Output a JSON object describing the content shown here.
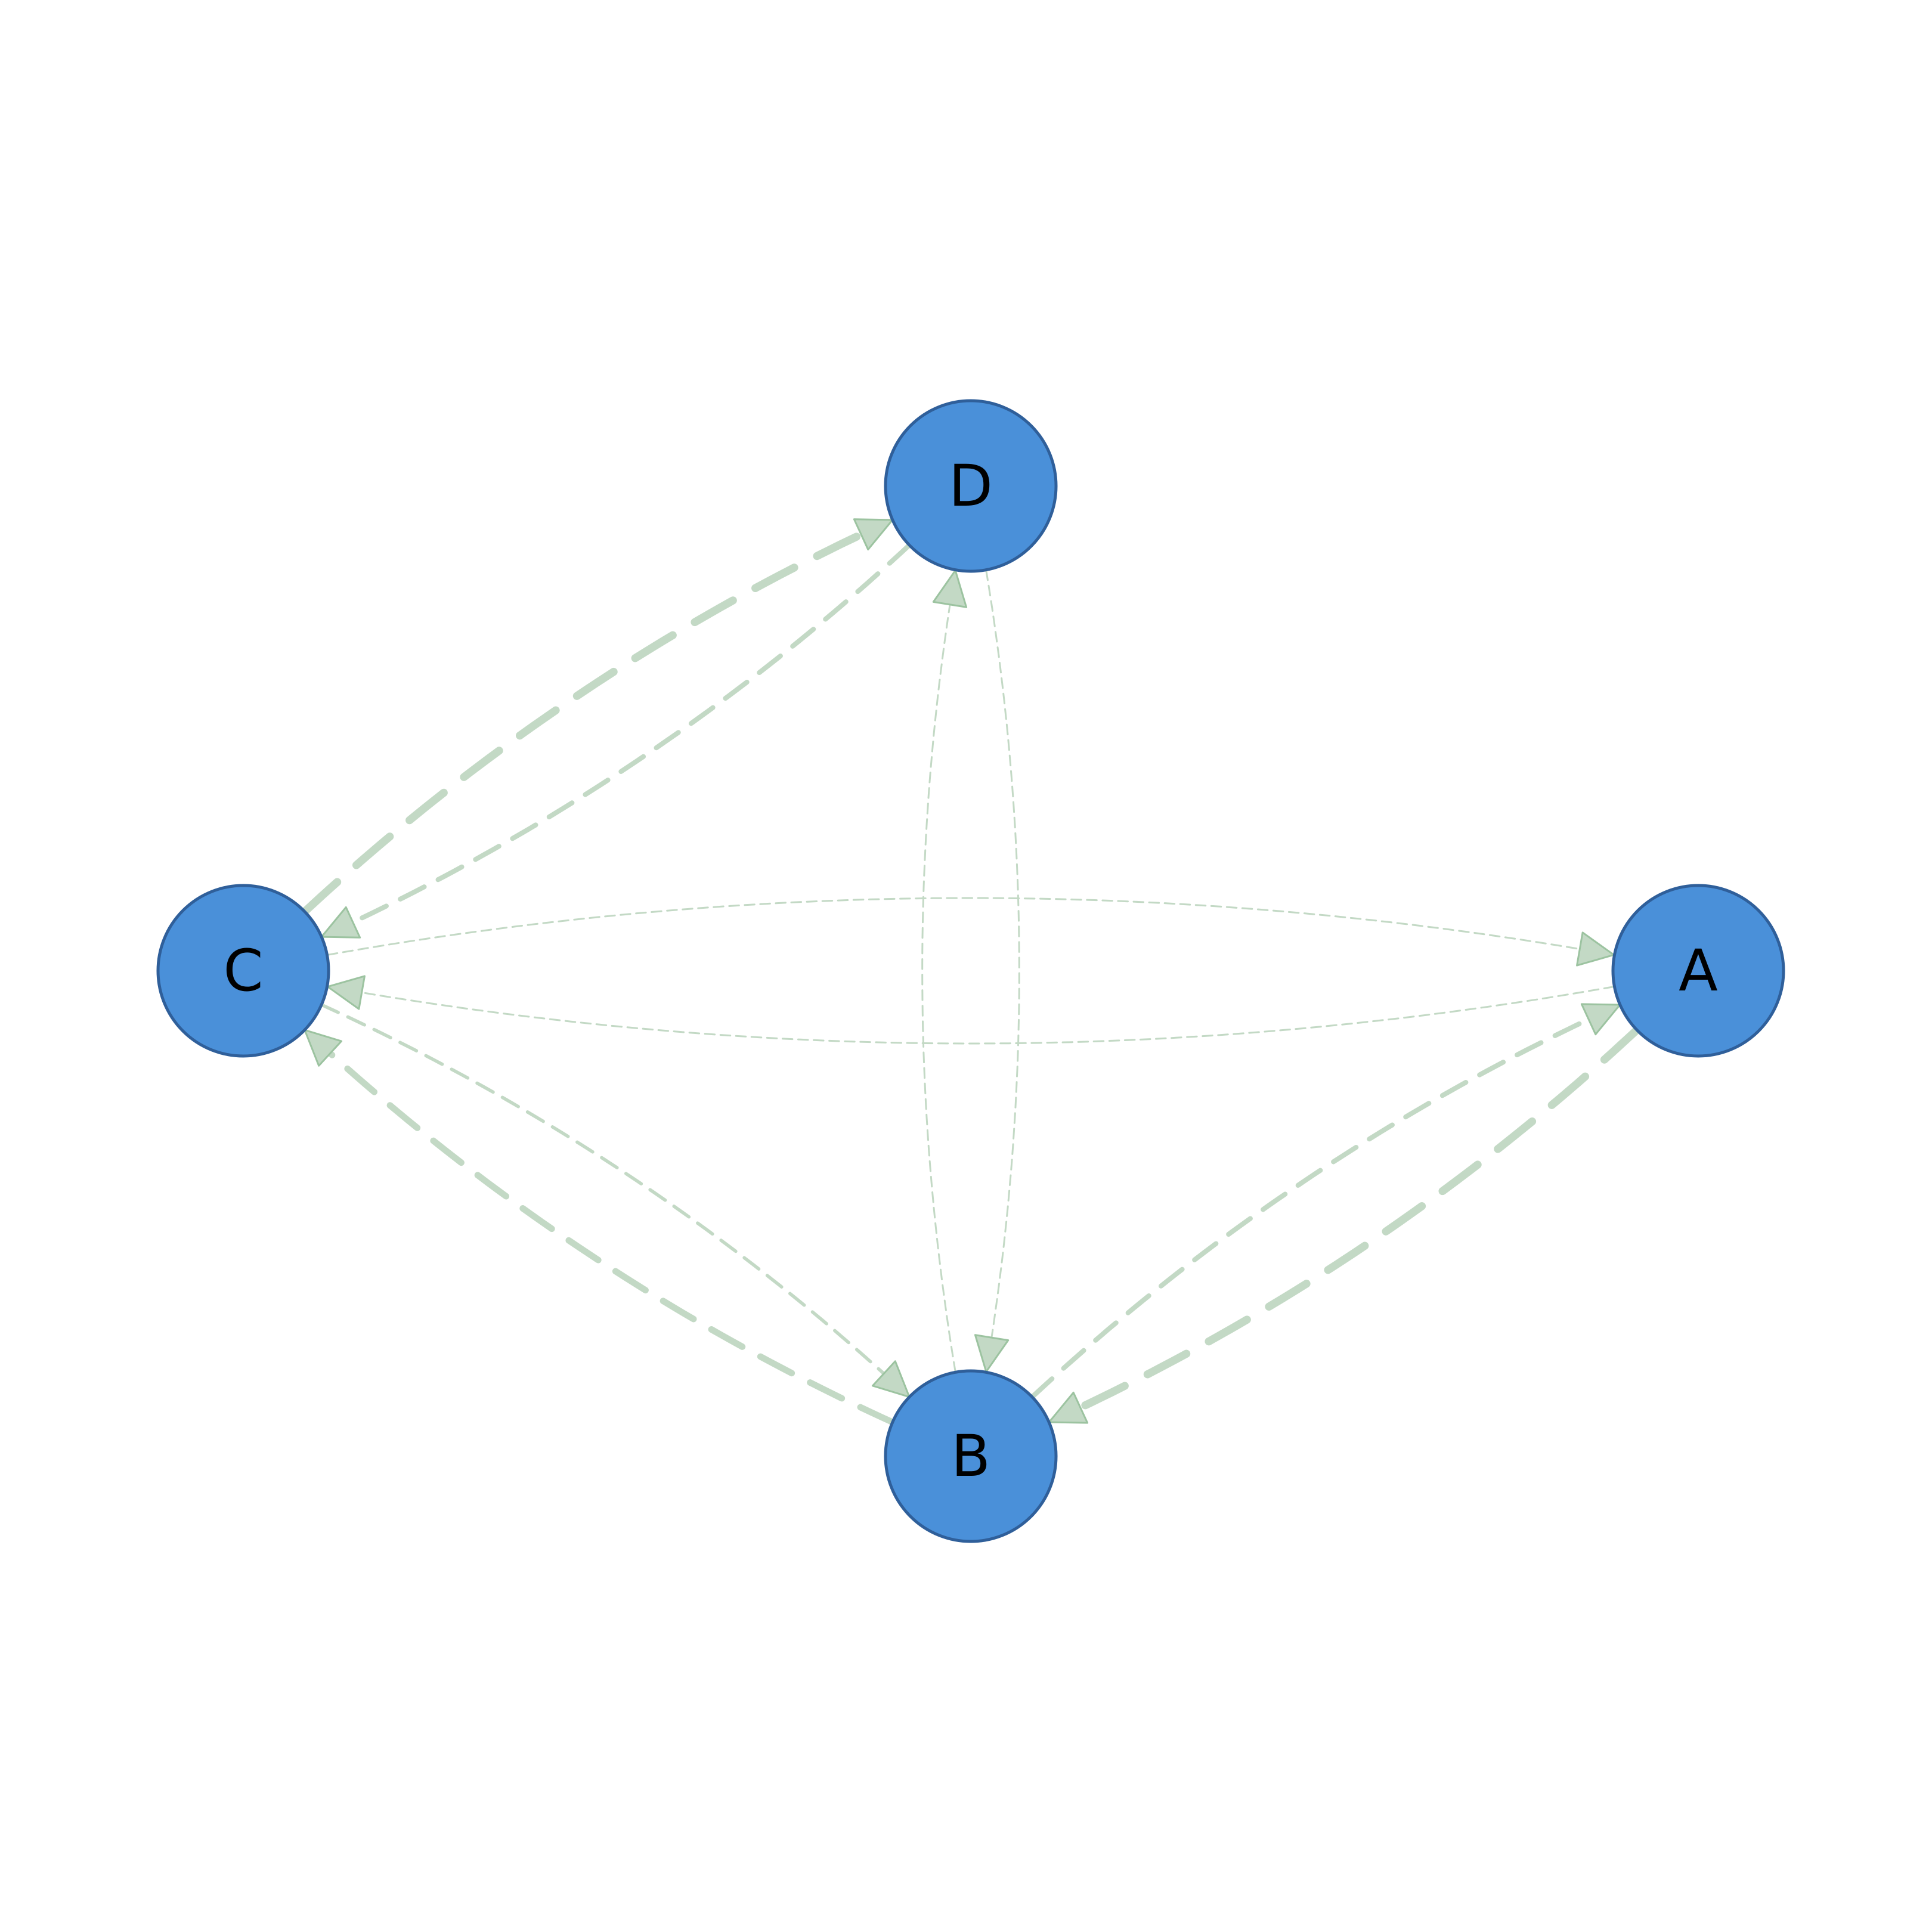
{
  "colors": {
    "node_fill": "#4a90d9",
    "node_stroke": "#2f5f9a",
    "edge": "#c3d9c5",
    "arrow_fill": "#c3d9c5",
    "arrow_stroke": "#9cc3a0",
    "label": "#000000"
  },
  "nodes": [
    {
      "id": "A",
      "label": "A"
    },
    {
      "id": "B",
      "label": "B"
    },
    {
      "id": "C",
      "label": "C"
    },
    {
      "id": "D",
      "label": "D"
    }
  ],
  "edges": [
    {
      "from": "C",
      "to": "D",
      "weight": 5
    },
    {
      "from": "D",
      "to": "C",
      "weight": 3
    },
    {
      "from": "C",
      "to": "A",
      "weight": 1
    },
    {
      "from": "A",
      "to": "C",
      "weight": 1
    },
    {
      "from": "B",
      "to": "C",
      "weight": 4
    },
    {
      "from": "C",
      "to": "B",
      "weight": 2
    },
    {
      "from": "B",
      "to": "D",
      "weight": 1
    },
    {
      "from": "D",
      "to": "B",
      "weight": 1
    },
    {
      "from": "A",
      "to": "B",
      "weight": 5
    },
    {
      "from": "B",
      "to": "A",
      "weight": 3
    }
  ]
}
